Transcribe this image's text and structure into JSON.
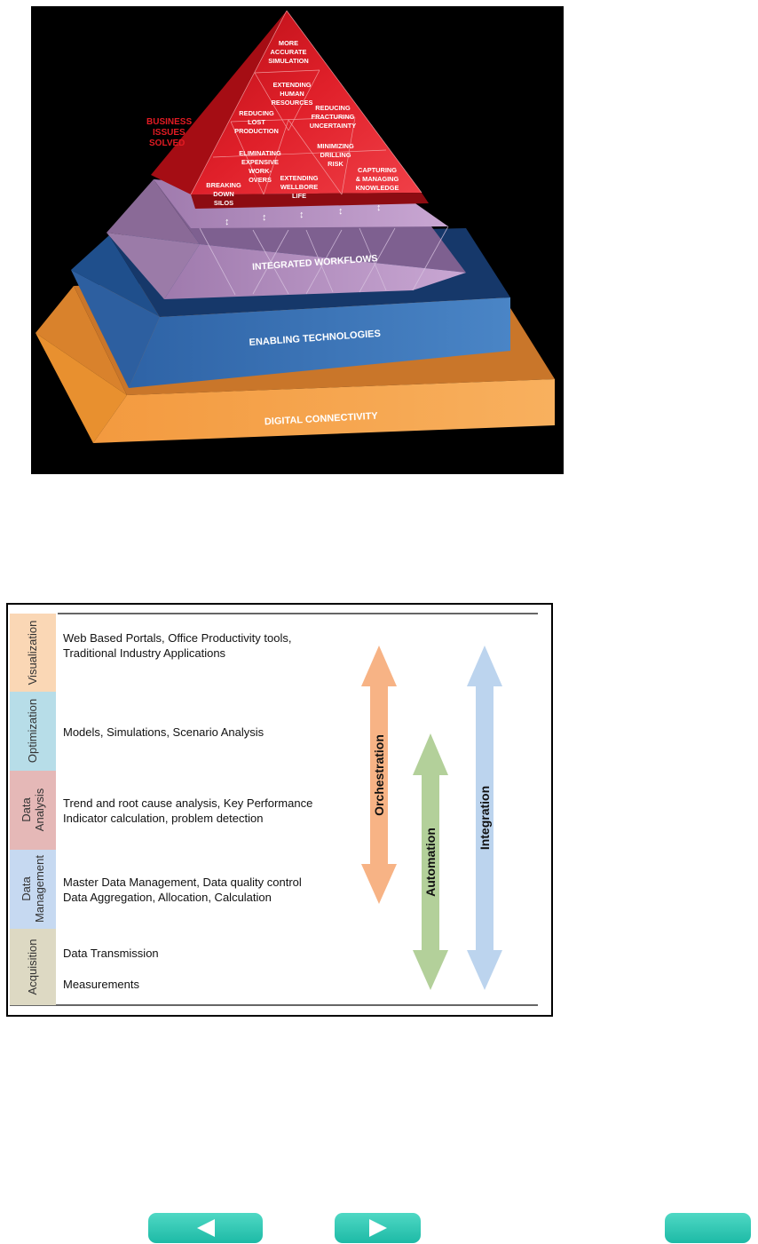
{
  "pyramid": {
    "business_label": [
      "BUSINESS",
      "ISSUES",
      "SOLVED"
    ],
    "cells": [
      [
        "MORE",
        "ACCURATE",
        "SIMULATION"
      ],
      [
        "EXTENDING",
        "HUMAN",
        "RESOURCES"
      ],
      [
        "REDUCING",
        "LOST",
        "PRODUCTION"
      ],
      [
        "REDUCING",
        "FRACTURING",
        "UNCERTAINTY"
      ],
      [
        "ELIMINATING",
        "EXPENSIVE",
        "WORK-",
        "OVERS"
      ],
      [
        "MINIMIZING",
        "DRILLING",
        "RISK"
      ],
      [
        "BREAKING",
        "DOWN",
        "SILOS"
      ],
      [
        "EXTENDING",
        "WELLBORE",
        "LIFE"
      ],
      [
        "CAPTURING",
        "& MANAGING",
        "KNOWLEDGE"
      ]
    ],
    "tiers": {
      "workflows": "INTEGRATED WORKFLOWS",
      "technologies": "ENABLING TECHNOLOGIES",
      "connectivity": "DIGITAL CONNECTIVITY"
    },
    "colors": {
      "red": "#d7141e",
      "purple": "#b28bbf",
      "blue": "#3b72b4",
      "orange": "#f5a04a",
      "background": "#000000"
    }
  },
  "layers": {
    "rows": [
      {
        "side": "Visualization",
        "lines": [
          "Web Based Portals, Office Productivity tools,",
          "Traditional Industry Applications"
        ],
        "color": "#fad7b5"
      },
      {
        "side": "Optimization",
        "lines": [
          "Models, Simulations, Scenario Analysis"
        ],
        "color": "#b7dde8"
      },
      {
        "side": [
          "Data",
          "Analysis"
        ],
        "lines": [
          "Trend and root cause analysis, Key Performance",
          "Indicator calculation, problem detection"
        ],
        "color": "#e5b8b7"
      },
      {
        "side": [
          "Data",
          "Management"
        ],
        "lines": [
          "Master Data Management, Data quality control",
          "Data Aggregation, Allocation, Calculation"
        ],
        "color": "#c6d9f1"
      },
      {
        "side": "Acquisition",
        "lines": [
          "Data Transmission",
          "Measurements"
        ],
        "color": "#ddd9c3"
      }
    ],
    "arrows": [
      {
        "label": "Orchestration",
        "color": "#f7b385"
      },
      {
        "label": "Automation",
        "color": "#b3d09a"
      },
      {
        "label": "Integration",
        "color": "#bcd4ee"
      }
    ]
  },
  "nav": {
    "prev_icon": "left-triangle-icon",
    "next_icon": "right-triangle-icon",
    "third_icon": "blank-button",
    "button_color": "#2cc4b0"
  }
}
